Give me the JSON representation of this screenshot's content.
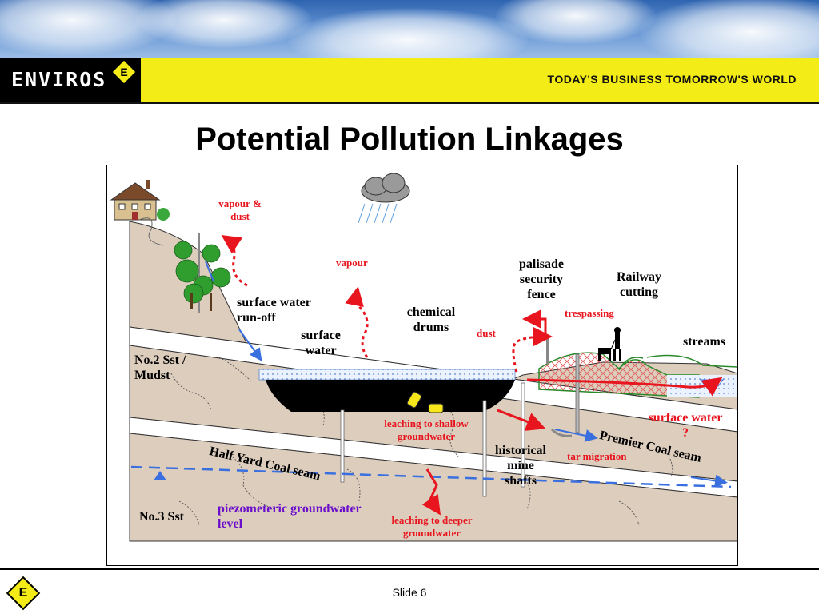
{
  "header": {
    "brand": "ENVIROS",
    "brand_mark": "E",
    "tagline": "TODAY'S BUSINESS TOMORROW'S WORLD"
  },
  "title": "Potential Pollution Linkages",
  "diagram": {
    "labels": {
      "vapour_dust": "vapour &\ndust",
      "vapour": "vapour",
      "palisade_fence": "palisade\nsecurity\nfence",
      "railway_cutting": "Railway\ncutting",
      "trespassing": "trespassing",
      "surface_water_runoff": "surface water\nrun-off",
      "chemical_drums": "chemical\ndrums",
      "surface_water": "surface\nwater",
      "dust": "dust",
      "streams": "streams",
      "no2_sst": "No.2 Sst /\nMudst",
      "leaching_shallow": "leaching to shallow\ngroundwater",
      "surface_water_q": "surface water\n?",
      "half_yard_seam": "Half Yard Coal seam",
      "historical_shafts": "historical\nmine\nshafts",
      "premier_seam": "Premier Coal seam",
      "tar_migration": "tar migration",
      "no3_sst": "No.3 Sst",
      "piezometric": "piezometeric groundwater\nlevel",
      "leaching_deeper": "leaching to deeper\ngroundwater"
    },
    "icons": [
      "house-icon",
      "rain-cloud-icon",
      "trees-icon",
      "walker-dog-icon",
      "chemical-drum-icon",
      "water-table-marker-icon"
    ],
    "colors": {
      "ground": "#dccdbd",
      "pathway_red": "#e8141e",
      "water_blue": "#3a6fe0",
      "fill_black": "#000000",
      "label_purple": "#6a0ecc"
    }
  },
  "footer": {
    "mark": "E",
    "slide": "Slide 6"
  }
}
